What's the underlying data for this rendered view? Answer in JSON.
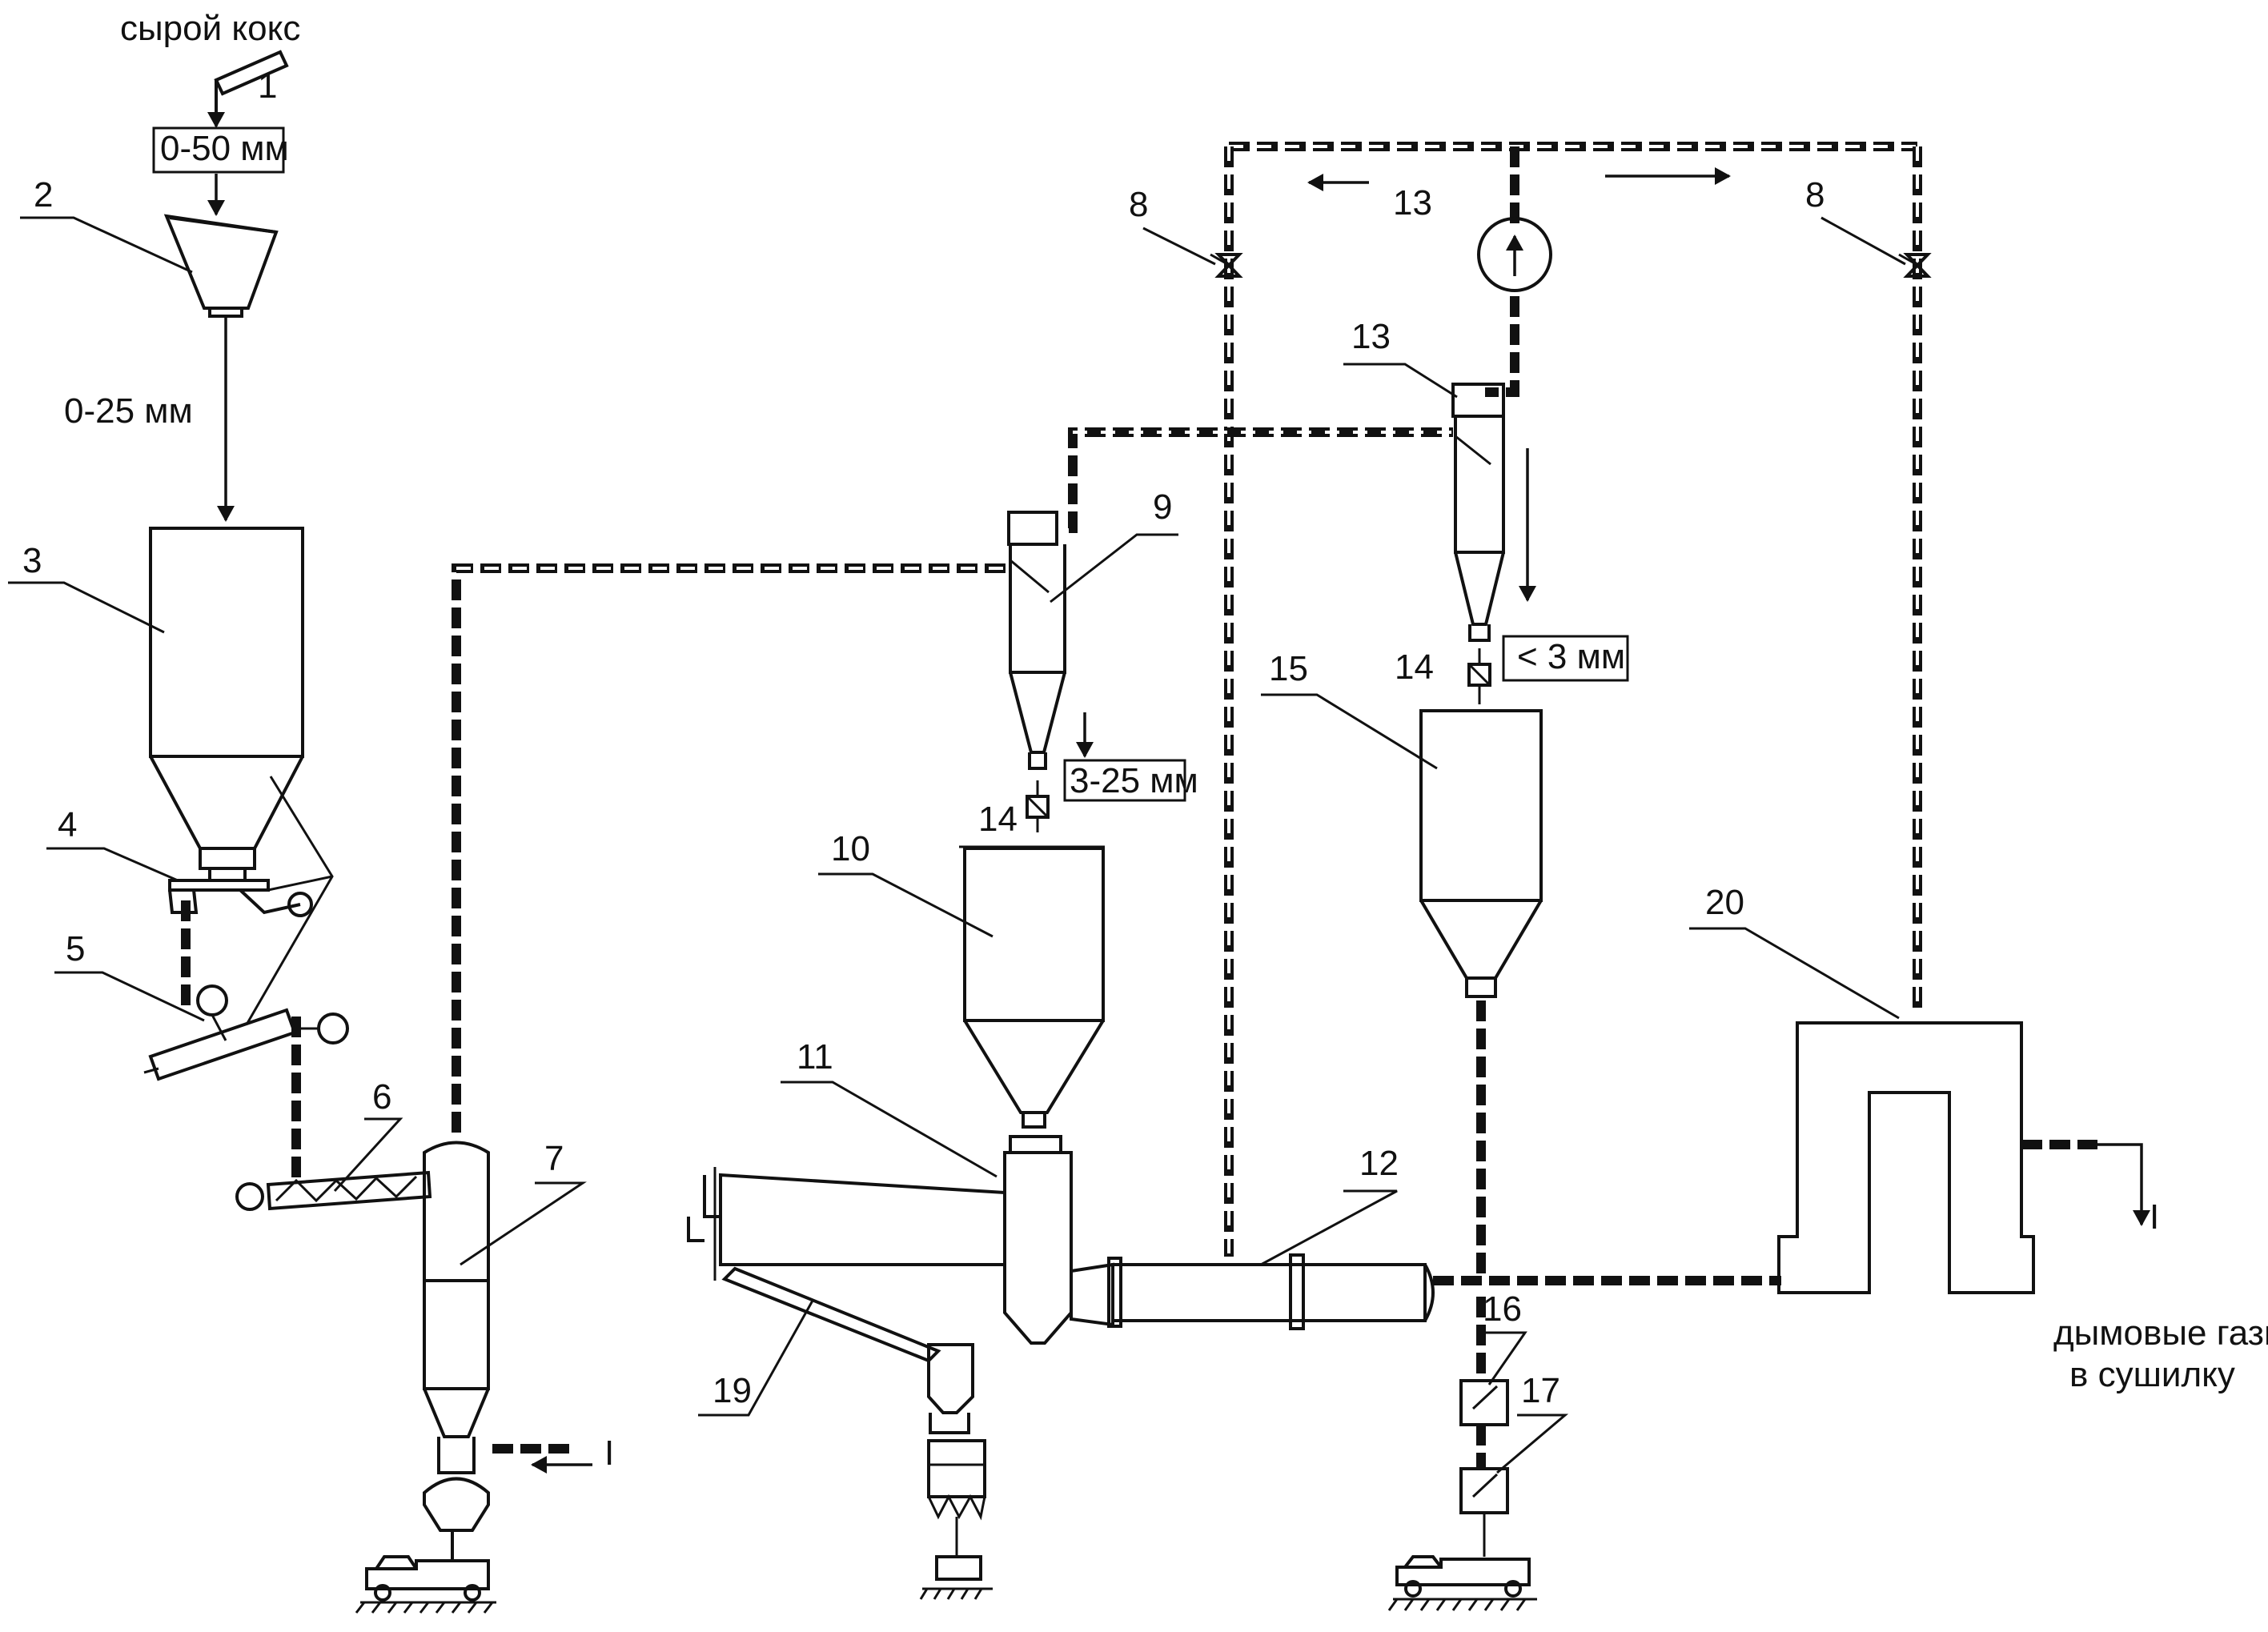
{
  "labels": {
    "raw_coke": "сырой кокс",
    "size_feed": "0-50 мм",
    "size_crushed": "0-25 мм",
    "size_mid": "3-25 мм",
    "size_fine": "< 3 мм",
    "flue_gas_line1": "дымовые газы",
    "flue_gas_line2": "в сушилку",
    "marker": "I"
  },
  "numbers": {
    "n1": "1",
    "n2": "2",
    "n3": "3",
    "n4": "4",
    "n5": "5",
    "n6": "6",
    "n7": "7",
    "n8a": "8",
    "n8b": "8",
    "n9": "9",
    "n10": "10",
    "n11": "11",
    "n12": "12",
    "n13a": "13",
    "n13b": "13",
    "n14a": "14",
    "n14b": "14",
    "n15": "15",
    "n16": "16",
    "n17": "17",
    "n19": "19",
    "n20": "20"
  },
  "icons": [
    "valve-icon",
    "gauge-icon",
    "truck-icon",
    "motor-icon",
    "conveyor-icon"
  ],
  "colors": {
    "ink": "#111111",
    "paper": "#ffffff"
  }
}
